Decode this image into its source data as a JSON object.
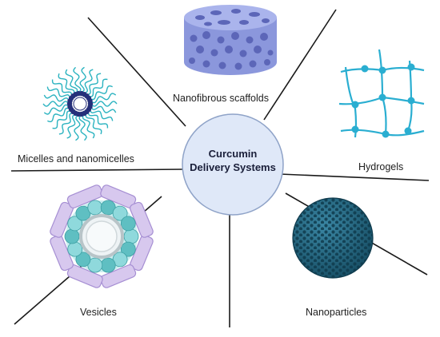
{
  "center": {
    "line1": "Curcumin",
    "line2": "Delivery Systems"
  },
  "labels": {
    "scaffolds": "Nanofibrous scaffolds",
    "micelles": "Micelles and nanomicelles",
    "hydrogels": "Hydrogels",
    "vesicles": "Vesicles",
    "nanoparticles": "Nanoparticles"
  },
  "colors": {
    "circle_fill": "#dfe8f8",
    "circle_stroke": "#8fa3c8",
    "scaffold": "#8b97dc",
    "micelle_tail": "#2bb3c0",
    "micelle_head": "#26307a",
    "hydrogel": "#2aaed1",
    "vesicle_outer": "#d7c8ee",
    "vesicle_head": "#5fbfc2",
    "nanoparticle": "#1f5f78"
  },
  "icons": [
    "scaffold-icon",
    "micelle-icon",
    "hydrogel-icon",
    "vesicle-icon",
    "nanoparticle-icon"
  ]
}
